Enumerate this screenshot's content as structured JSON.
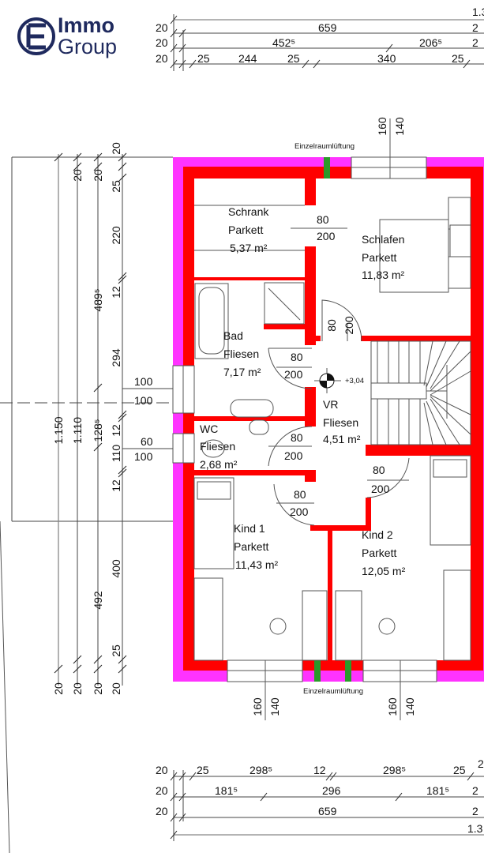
{
  "logo": {
    "line1": "Immo",
    "line2": "Group"
  },
  "colors": {
    "wall": "#ff0000",
    "insulation": "#ff33ff",
    "vent": "#22aa22",
    "logo": "#1f2a5e"
  },
  "dimensions": {
    "top": {
      "overall": "1.3",
      "row1": [
        "20",
        "659",
        "2"
      ],
      "row2": [
        "20",
        "452⁵",
        "206⁵",
        "2"
      ],
      "row3": [
        "20",
        "25",
        "244",
        "25",
        "340",
        "25"
      ]
    },
    "bottom": {
      "row1": [
        "20",
        "25",
        "298⁵",
        "12",
        "298⁵",
        "25",
        "2"
      ],
      "row2": [
        "20",
        "181⁵",
        "296",
        "181⁵",
        "2"
      ],
      "row3": [
        "20",
        "659",
        "2"
      ],
      "overall": "1.3"
    },
    "left": {
      "col1": [
        "1.150",
        "20"
      ],
      "col2": [
        "20",
        "1.110",
        "20"
      ],
      "col3": [
        "20",
        "489⁵",
        "128⁵",
        "492",
        "20"
      ],
      "col4": [
        "20",
        "25",
        "220",
        "12",
        "294",
        "12",
        "110",
        "12",
        "400",
        "25",
        "20"
      ]
    },
    "left_openings": [
      {
        "width": "100",
        "height": "100"
      },
      {
        "width": "60",
        "height": "100"
      }
    ],
    "top_openings": [
      {
        "a": "160",
        "b": "140"
      }
    ],
    "bottom_openings": [
      {
        "a": "160",
        "b": "140"
      },
      {
        "a": "160",
        "b": "140"
      }
    ]
  },
  "ventilation": {
    "top": "Einzelraumlüftung",
    "bottom": "Einzelraumlüftung"
  },
  "level": "+3,04",
  "doors": [
    {
      "w": "80",
      "h": "200"
    },
    {
      "w": "80",
      "h": "200"
    },
    {
      "w": "80",
      "h": "200"
    },
    {
      "w": "80",
      "h": "200"
    },
    {
      "w": "80",
      "h": "200"
    },
    {
      "w": "80",
      "h": "200"
    }
  ],
  "rooms": [
    {
      "name": "Schrank",
      "floor": "Parkett",
      "area": "5,37 m²"
    },
    {
      "name": "Schlafen",
      "floor": "Parkett",
      "area": "11,83 m²"
    },
    {
      "name": "Bad",
      "floor": "Fliesen",
      "area": "7,17 m²"
    },
    {
      "name": "VR",
      "floor": "Fliesen",
      "area": "4,51 m²"
    },
    {
      "name": "WC",
      "floor": "Fliesen",
      "area": "2,68 m²"
    },
    {
      "name": "Kind 1",
      "floor": "Parkett",
      "area": "11,43 m²"
    },
    {
      "name": "Kind 2",
      "floor": "Parkett",
      "area": "12,05 m²"
    }
  ]
}
